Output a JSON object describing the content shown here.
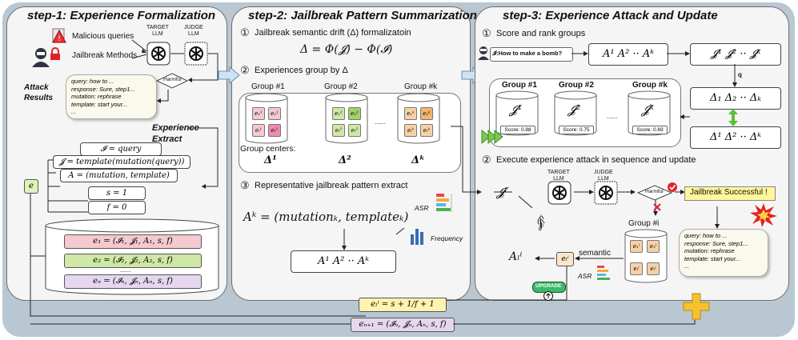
{
  "step1": {
    "title": "step-1: Experience Formalization",
    "malicious_queries": "Malicious queries",
    "jailbreak_methods": "Jailbreak Methods",
    "target_llm": "TARGET\nLLM",
    "judge_llm": "JUDGE\nLLM",
    "harmful": "Harmful",
    "attack_results": "Attack\nResults",
    "result_note": [
      "query: how to ...",
      "response: Sure, step1...",
      "mutation: rephrase",
      "template: start your...",
      "..."
    ],
    "experience_extract": "Experience\nExtract",
    "formula_i": "𝓘 = query",
    "formula_j": "𝓙 = template(mutation(query))",
    "formula_a": "A = (mutation, template)",
    "formula_s": "s = 1",
    "formula_f": "f = 0",
    "e_label": "e",
    "exp_e1": "e₁ = (𝓘₁, 𝓙₁, A₁, s, f)",
    "exp_e2": "e₂ = (𝓘₂, 𝓙₂, A₂, s, f)",
    "exp_dots": "......",
    "exp_en": "eₙ = (𝓘ₙ, 𝓙ₙ, Aₙ, s, f)"
  },
  "step2": {
    "title": "step-2: Jailbreak Pattern Summarization",
    "item1": "Jailbreak semantic drift (Δ) formalizatoin",
    "item1_num": "①",
    "delta_formula": "Δ = Φ(𝓙) − Φ(𝓘)",
    "item2": "Experiences group by Δ",
    "item2_num": "②",
    "group1": "Group #1",
    "group2": "Group #2",
    "groupk": "Group #k",
    "dots": "......",
    "group_centers": "Group centers:",
    "center1": "Δ¹",
    "center2": "Δ²",
    "centerk": "Δᵏ",
    "item3": "Representative jailbreak pattern extract",
    "item3_num": "③",
    "asr": "ASR",
    "frequency": "Frequency",
    "ak_formula": "Aᵏ = (mutationₖ, templateₖ)",
    "a_list": "A¹   A²   ··   Aᵏ"
  },
  "step3": {
    "title": "step-3: Experience Attack and Update",
    "item1": "Score and rank groups",
    "item1_num": "①",
    "query_prompt": "𝓘:How to make a bomb?",
    "a_list": "A¹  A²  ··  Aᵏ",
    "j_list": "𝓙¹  𝓙²  ··  𝓙ᵏ",
    "q_label": "q",
    "d_list1": "Δ₁   Δ₂  ··  Δₖ",
    "d_list2": "Δ¹   Δ²  ··  Δᵏ",
    "group1": "Group #1",
    "group2": "Group #2",
    "groupk": "Group #k",
    "j1": "𝓙¹",
    "j2": "𝓙²",
    "jk": "𝓙ᵏ",
    "dots": "......",
    "score1": "Score: 0.88",
    "score2": "Score: 0.75",
    "scorek": "Score: 0.69",
    "item2": "Execute experience attack in sequence and update",
    "item2_num": "②",
    "ji": "𝓙ⁱ",
    "target_llm": "TARGET\nLLM",
    "judge_llm": "JUDGE\nLLM",
    "harmful": "Harmful",
    "success": "Jailbreak Successful !",
    "group_i": "Group #i",
    "jli": "𝓙ₗⁱ",
    "ali": "Aₗⁱ",
    "semantic": "semantic",
    "eli": "eₗⁱ",
    "asr": "ASR",
    "upgrade": "UPGRADE",
    "result_note": [
      "query: how to ...",
      "response: Sure, step1...",
      "mutation: rephrase",
      "template: start your...",
      "..."
    ]
  },
  "bottom": {
    "update_formula": "eₗⁱ = s + 1/f + 1",
    "new_exp": "eₙ₊₁ = (𝓘ₙ, 𝓙ₙ, Aₙ, s, f)"
  },
  "colors": {
    "background": "#b9c7d3",
    "panel": "#f5f5f5",
    "pink": "#f4c9cf",
    "green": "#cfe8a6",
    "lavender": "#e6d6ee",
    "orange": "#f7d1a6",
    "yellow": "#fdf59a",
    "success_yellow": "#fff79a",
    "plus": "#f7c12e"
  }
}
